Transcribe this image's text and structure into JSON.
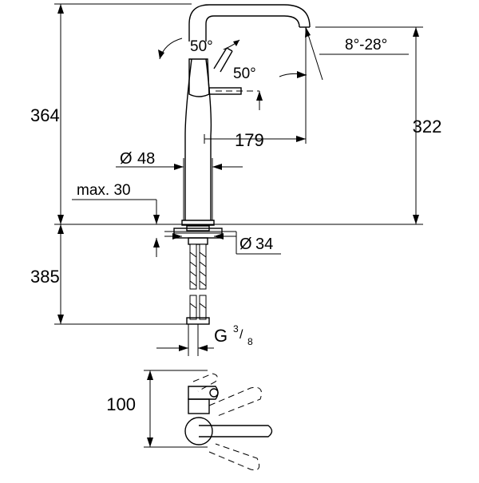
{
  "dimensions": {
    "total_height": "364",
    "spout_height": "322",
    "spout_reach": "179",
    "body_diameter_symbol": "Ø",
    "body_diameter": "48",
    "mount_thickness": "max. 30",
    "hole_diameter_symbol": "Ø",
    "hole_diameter": "34",
    "hose_length": "385",
    "connection_prefix": "G",
    "connection_num": "3",
    "connection_den": "8",
    "handle_depth": "100"
  },
  "angles": {
    "lever_up": "50°",
    "lever_side": "50°",
    "spout_range": "8°-28°"
  }
}
